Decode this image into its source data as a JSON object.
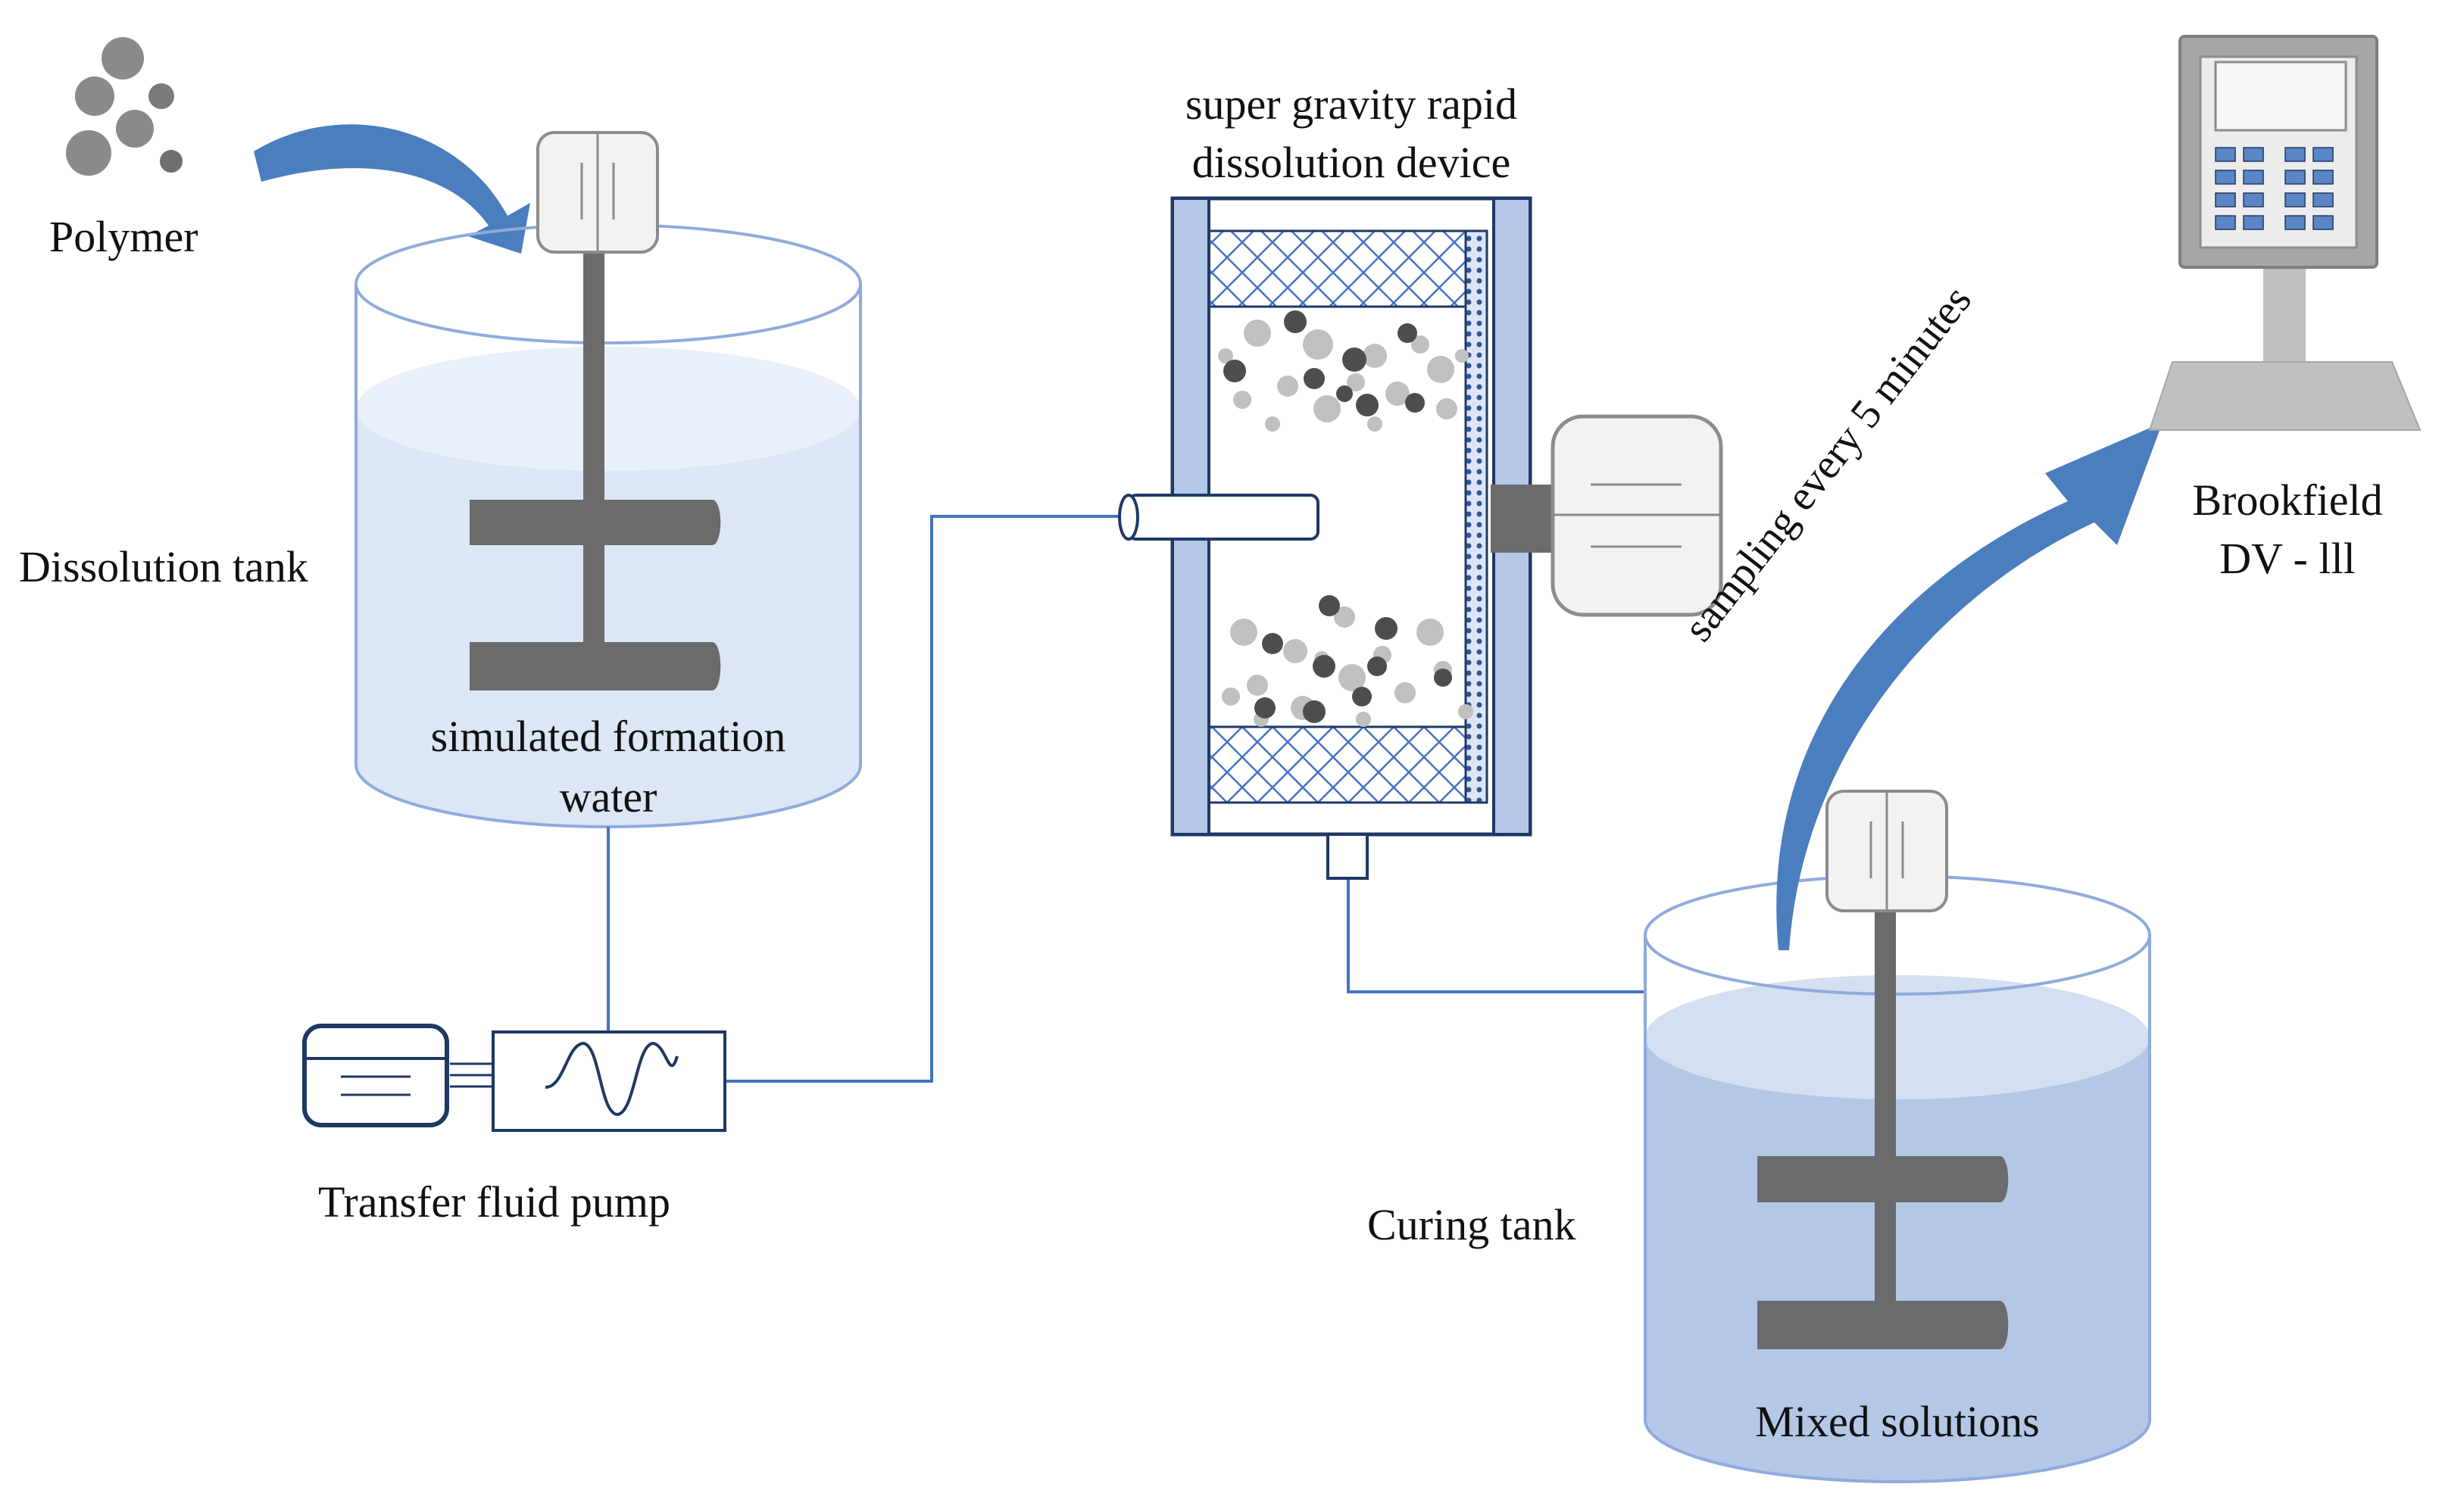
{
  "labels": {
    "polymer": "Polymer",
    "dissolution_tank": "Dissolution tank",
    "simulated_water_line1": "simulated formation",
    "simulated_water_line2": "water",
    "transfer_pump": "Transfer fluid pump",
    "device_line1": "super gravity rapid",
    "device_line2": "dissolution device",
    "curing_tank": "Curing tank",
    "mixed_solutions": "Mixed solutions",
    "sampling": "sampling every 5 minutes",
    "brookfield_line1": "Brookfield",
    "brookfield_line2": "DV - lll"
  },
  "colors": {
    "outline": "#1f3864",
    "pipe": "#4472c4",
    "tank_outline": "#8faadc",
    "tank_fill": "#dde6f4",
    "tank_fill_top": "#eaf0f9",
    "curing_fill": "#b4c7e7",
    "curing_fill_top": "#d4dff1",
    "agitator": "#6b6b6b",
    "motor_fill": "#f2f2f2",
    "motor_outline": "#8c8c8c",
    "arrow": "#4a7ebf",
    "device_frame": "#b4c7e7",
    "mesh": "#4472c4",
    "particle_dark": "#4d4d4d",
    "particle_light": "#c0c0c0"
  },
  "icons": {
    "polymer_particles": "polymer-particles-icon",
    "viscometer": "viscometer-icon",
    "pump_motor": "motor-icon",
    "pump_wave": "wave-icon"
  }
}
